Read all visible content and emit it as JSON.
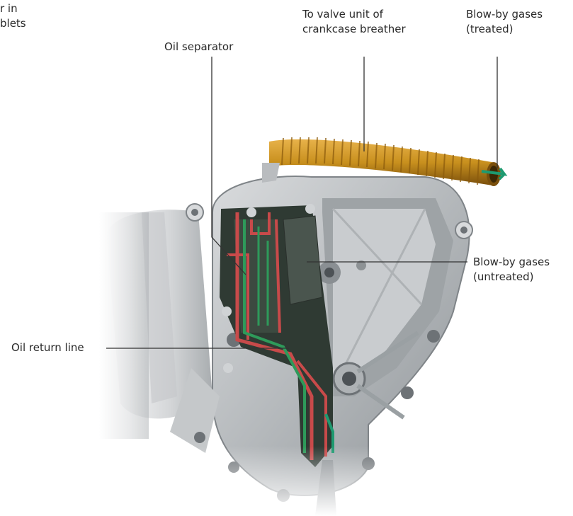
{
  "labels": {
    "cut_off_text": "r in\nblets",
    "oil_separator": "Oil separator",
    "to_valve_unit": "To valve unit of\ncrankcase breather",
    "blowby_treated": "Blow-by gases\n(treated)",
    "blowby_untreated": "Blow-by gases\n(untreated)",
    "oil_return_line": "Oil return line"
  },
  "colors": {
    "hose": "#c8901e",
    "hose_ring": "#8a5a0c",
    "housing": "#b9bcbf",
    "housing_dark": "#6d7276",
    "channel_red": "#c84a4a",
    "channel_green": "#2e9a5a",
    "gas_arrow": "#1e9a70",
    "leader_line": "#333333"
  }
}
